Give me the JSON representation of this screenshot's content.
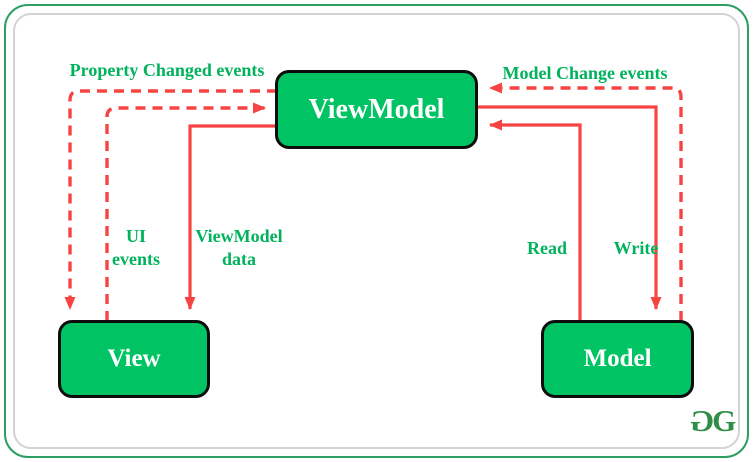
{
  "diagram": {
    "type": "mvvm-architecture",
    "nodes": {
      "viewmodel": {
        "label": "ViewModel"
      },
      "view": {
        "label": "View"
      },
      "model": {
        "label": "Model"
      }
    },
    "edges": {
      "property_changed": {
        "label": "Property Changed events",
        "style": "dashed",
        "from": "ViewModel",
        "to": "View"
      },
      "ui_events": {
        "label": "UI\nevents",
        "style": "dashed",
        "from": "View",
        "to": "ViewModel"
      },
      "viewmodel_data": {
        "label": "ViewModel\ndata",
        "style": "solid",
        "from": "ViewModel",
        "to": "View"
      },
      "model_change": {
        "label": "Model Change events",
        "style": "dashed",
        "from": "Model",
        "to": "ViewModel"
      },
      "read": {
        "label": "Read",
        "style": "solid",
        "from": "Model",
        "to": "ViewModel"
      },
      "write": {
        "label": "Write",
        "style": "solid",
        "from": "ViewModel",
        "to": "Model"
      }
    }
  },
  "logo": {
    "left_glyph": "G",
    "right_glyph": "G"
  },
  "colors": {
    "node_fill": "#00c363",
    "node_border": "#0d0d0d",
    "node_text": "#ffffff",
    "label_text": "#00b25c",
    "arrow_red": "#f84343",
    "frame_green": "#2e9f63",
    "frame_gray": "#d3d3d3",
    "logo_green": "#2f8d46",
    "background": "#ffffff"
  }
}
